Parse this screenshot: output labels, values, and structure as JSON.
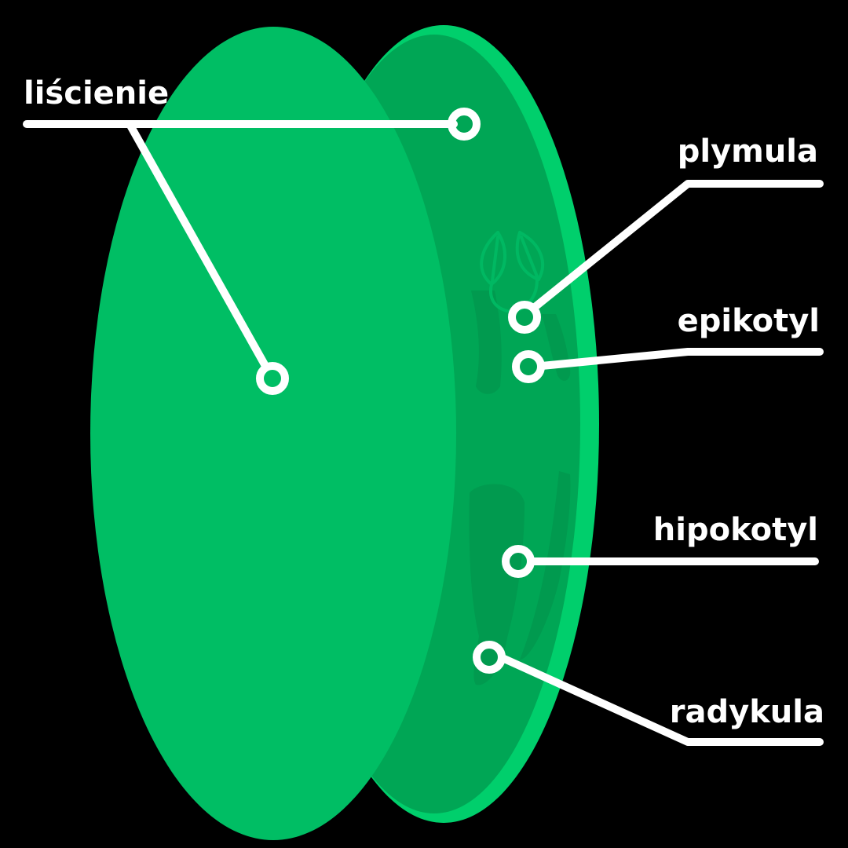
{
  "colors": {
    "background": "#000000",
    "cotyledon_front": "#00be64",
    "cotyledon_back": "#00a655",
    "cotyledon_rim": "#00cf6c",
    "embryo_shade": "#019a4f",
    "leader_lines": "#ffffff"
  },
  "labels": {
    "cotyledons": "liścienie",
    "plumule": "plymula",
    "epicotyl": "epikotyl",
    "hypocotyl": "hipokotyl",
    "radicle": "radykula"
  },
  "icons": [
    "leaf-pair-icon"
  ]
}
